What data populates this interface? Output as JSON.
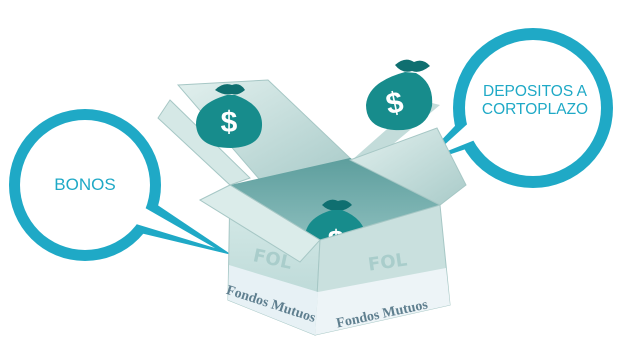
{
  "bubbles": {
    "left_label": "BONOS",
    "right_label_line1": "DEPOSITOS A",
    "right_label_line2": "CORTOPLAZO"
  },
  "box": {
    "brand_front_left": "FOL",
    "brand_front_right": "FOL",
    "side_text_left": "Fondos Mutuos",
    "side_text_right": "Fondos Mutuos"
  },
  "icons": {
    "money_bag": "money-bag-icon",
    "currency_symbol": "$"
  },
  "colors": {
    "bubble": "#1fa9c6",
    "bubble_inner": "#ffffff",
    "bubble_text": "#1fa9c6",
    "bag": "#178c8c",
    "bag_dark": "#0f6f70",
    "box_face": "#cfe4e3",
    "box_shadow": "#9ec4c3",
    "box_interior": "#6aa9a8",
    "band": "#e7f1f5",
    "band_text": "#5f7f8f"
  }
}
